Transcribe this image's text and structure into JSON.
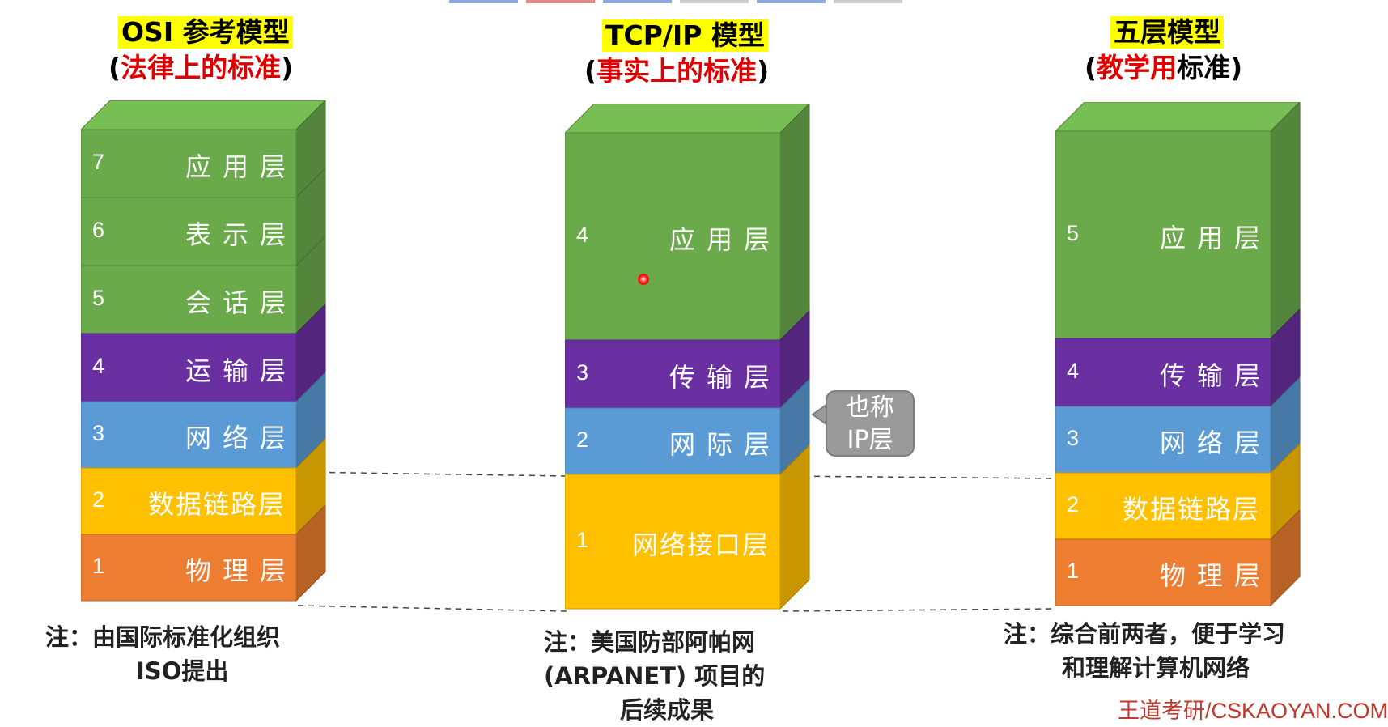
{
  "osi": {
    "title": "OSI 参考模型",
    "subtitle_open": "(",
    "subtitle_red": "法律上的标准",
    "subtitle_close": ")",
    "layers": [
      {
        "num": "7",
        "name": "应用层",
        "color": "#6aaa4b"
      },
      {
        "num": "6",
        "name": "表示层",
        "color": "#6aaa4b"
      },
      {
        "num": "5",
        "name": "会话层",
        "color": "#6aaa4b"
      },
      {
        "num": "4",
        "name": "运输层",
        "color": "#6a2fa0"
      },
      {
        "num": "3",
        "name": "网络层",
        "color": "#5b9bd5"
      },
      {
        "num": "2",
        "name": "数据链路层",
        "color": "#ffc000"
      },
      {
        "num": "1",
        "name": "物理层",
        "color": "#ed7d31"
      }
    ],
    "note_line1": "注：由国际标准化组织",
    "note_line2": "ISO提出"
  },
  "tcpip": {
    "title": "TCP/IP 模型",
    "subtitle_open": "(",
    "subtitle_red": "事实上的标准",
    "subtitle_close": ")",
    "layers": [
      {
        "num": "4",
        "name": "应用层",
        "color": "#6aaa4b"
      },
      {
        "num": "3",
        "name": "传输层",
        "color": "#6a2fa0"
      },
      {
        "num": "2",
        "name": "网际层",
        "color": "#5b9bd5"
      },
      {
        "num": "1",
        "name": "网络接口层",
        "color": "#ffc000"
      }
    ],
    "callout": {
      "line1": "也称",
      "line2": "IP层"
    },
    "note_line1": "注：美国防部阿帕网",
    "note_line2": "(ARPANET) 项目的",
    "note_line3": "后续成果"
  },
  "five": {
    "title": "五层模型",
    "subtitle_open": "(",
    "subtitle_red": "教学用",
    "subtitle_black": "标准",
    "subtitle_close": ")",
    "layers": [
      {
        "num": "5",
        "name": "应用层",
        "color": "#6aaa4b"
      },
      {
        "num": "4",
        "name": "传输层",
        "color": "#6a2fa0"
      },
      {
        "num": "3",
        "name": "网络层",
        "color": "#5b9bd5"
      },
      {
        "num": "2",
        "name": "数据链路层",
        "color": "#ffc000"
      },
      {
        "num": "1",
        "name": "物理层",
        "color": "#ed7d31"
      }
    ],
    "note_line1": "注：综合前两者，便于学习",
    "note_line2": "和理解计算机网络"
  },
  "watermark": "王道考研/CSKAOYAN.COM"
}
